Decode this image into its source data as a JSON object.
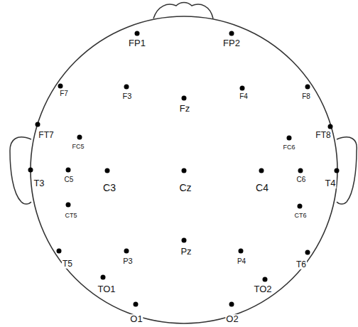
{
  "diagram": {
    "labels": [
      "FP1",
      "FP2",
      "F7",
      "F3",
      "Fz",
      "F4",
      "F8",
      "FT7",
      "FC5",
      "FC6",
      "FT8",
      "T3",
      "C5",
      "C3",
      "Cz",
      "C4",
      "C6",
      "T4",
      "CT5",
      "CT6",
      "T5",
      "P3",
      "Pz",
      "P4",
      "T6",
      "TO1",
      "TO2",
      "O1",
      "O2"
    ]
  }
}
